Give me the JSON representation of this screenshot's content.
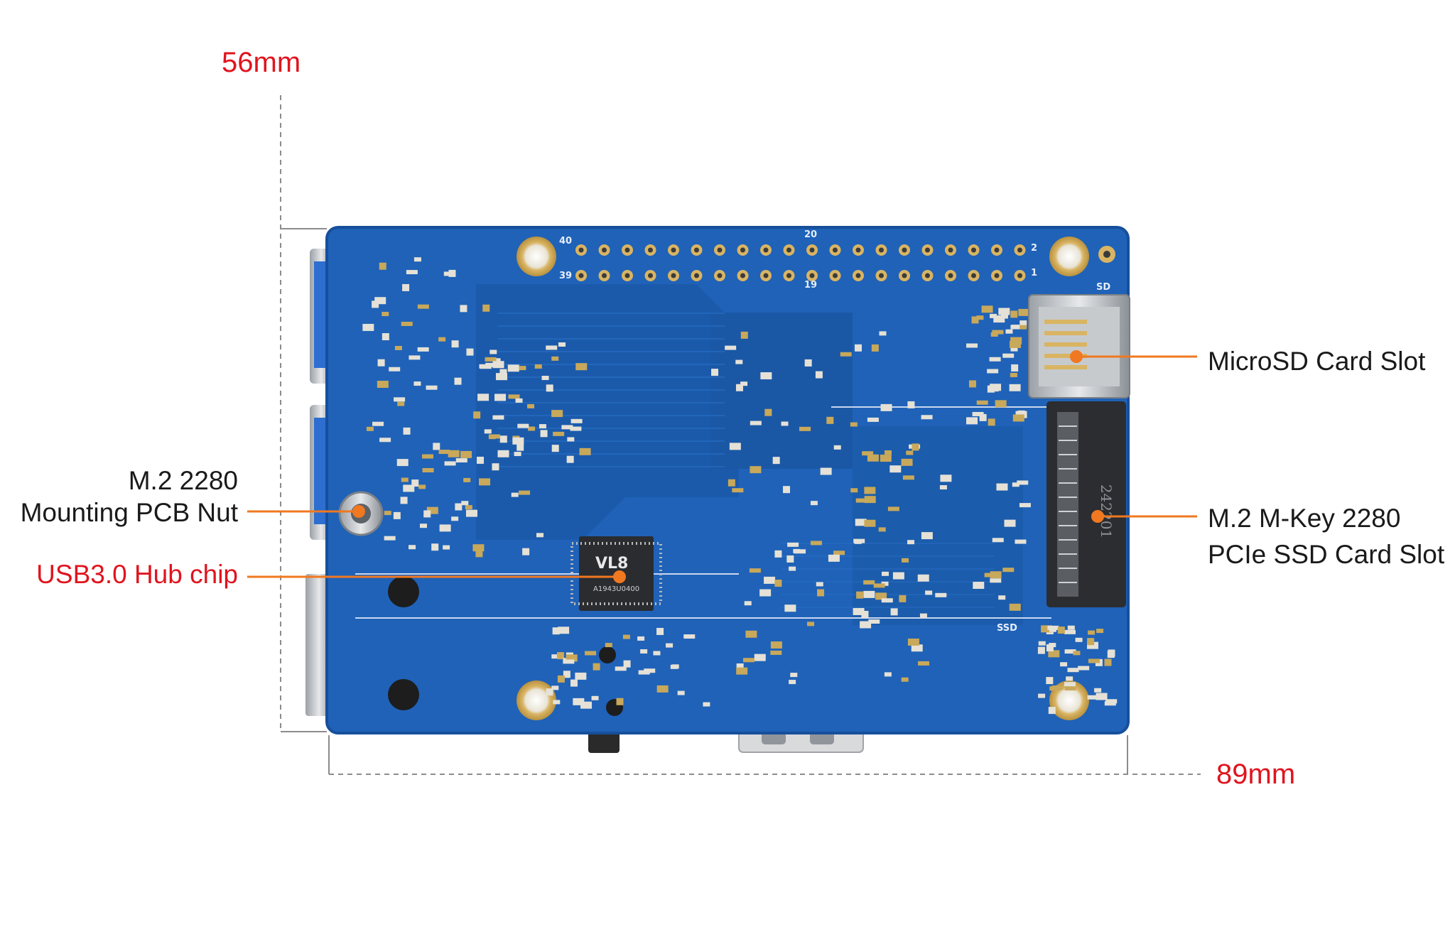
{
  "dimensions": {
    "width_label": "56mm",
    "length_label": "89mm"
  },
  "board": {
    "header_pin_labels": {
      "top_left": "40",
      "bottom_left": "39",
      "top_mid": "20",
      "bottom_mid": "19",
      "top_right": "2",
      "bottom_right": "1"
    },
    "silk_sd": "SD",
    "silk_ssd": "SSD",
    "m2_slot_marking": "242201",
    "chip_marking_1": "VL8",
    "chip_marking_2": "A1943U0400"
  },
  "callouts": {
    "microsd": "MicroSD Card Slot",
    "m2_slot_line1": "M.2 M-Key 2280",
    "m2_slot_line2": "PCIe SSD Card Slot",
    "nut_line1": "M.2 2280",
    "nut_line2": "Mounting PCB Nut",
    "hub_chip": "USB3.0 Hub chip"
  },
  "colors": {
    "pcb": "#1f62b8",
    "pcb_dark": "#184f9a",
    "gold": "#d9b463",
    "callout_line": "#f07820",
    "dimension_text": "#e0141e",
    "hub_label": "#e0141e"
  }
}
